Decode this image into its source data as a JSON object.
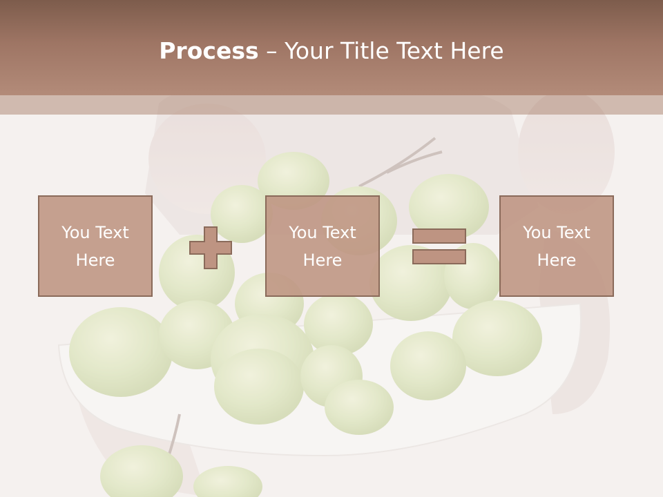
{
  "slide": {
    "title_bold": "Process",
    "title_rest": " – Your Title Text Here"
  },
  "process_boxes": [
    {
      "text": "You Text\nHere"
    },
    {
      "text": "You Text\nHere"
    },
    {
      "text": "You Text\nHere"
    }
  ],
  "operators": [
    "plus-icon",
    "equals-icon"
  ],
  "colors": {
    "title_bar": "#a27a68",
    "box_fill": "#be9482",
    "box_border": "#8a6a5a",
    "operator_fill": "#be9482",
    "text": "#ffffff"
  },
  "background_image": "hands holding a white bowl of green grapes (faded)"
}
